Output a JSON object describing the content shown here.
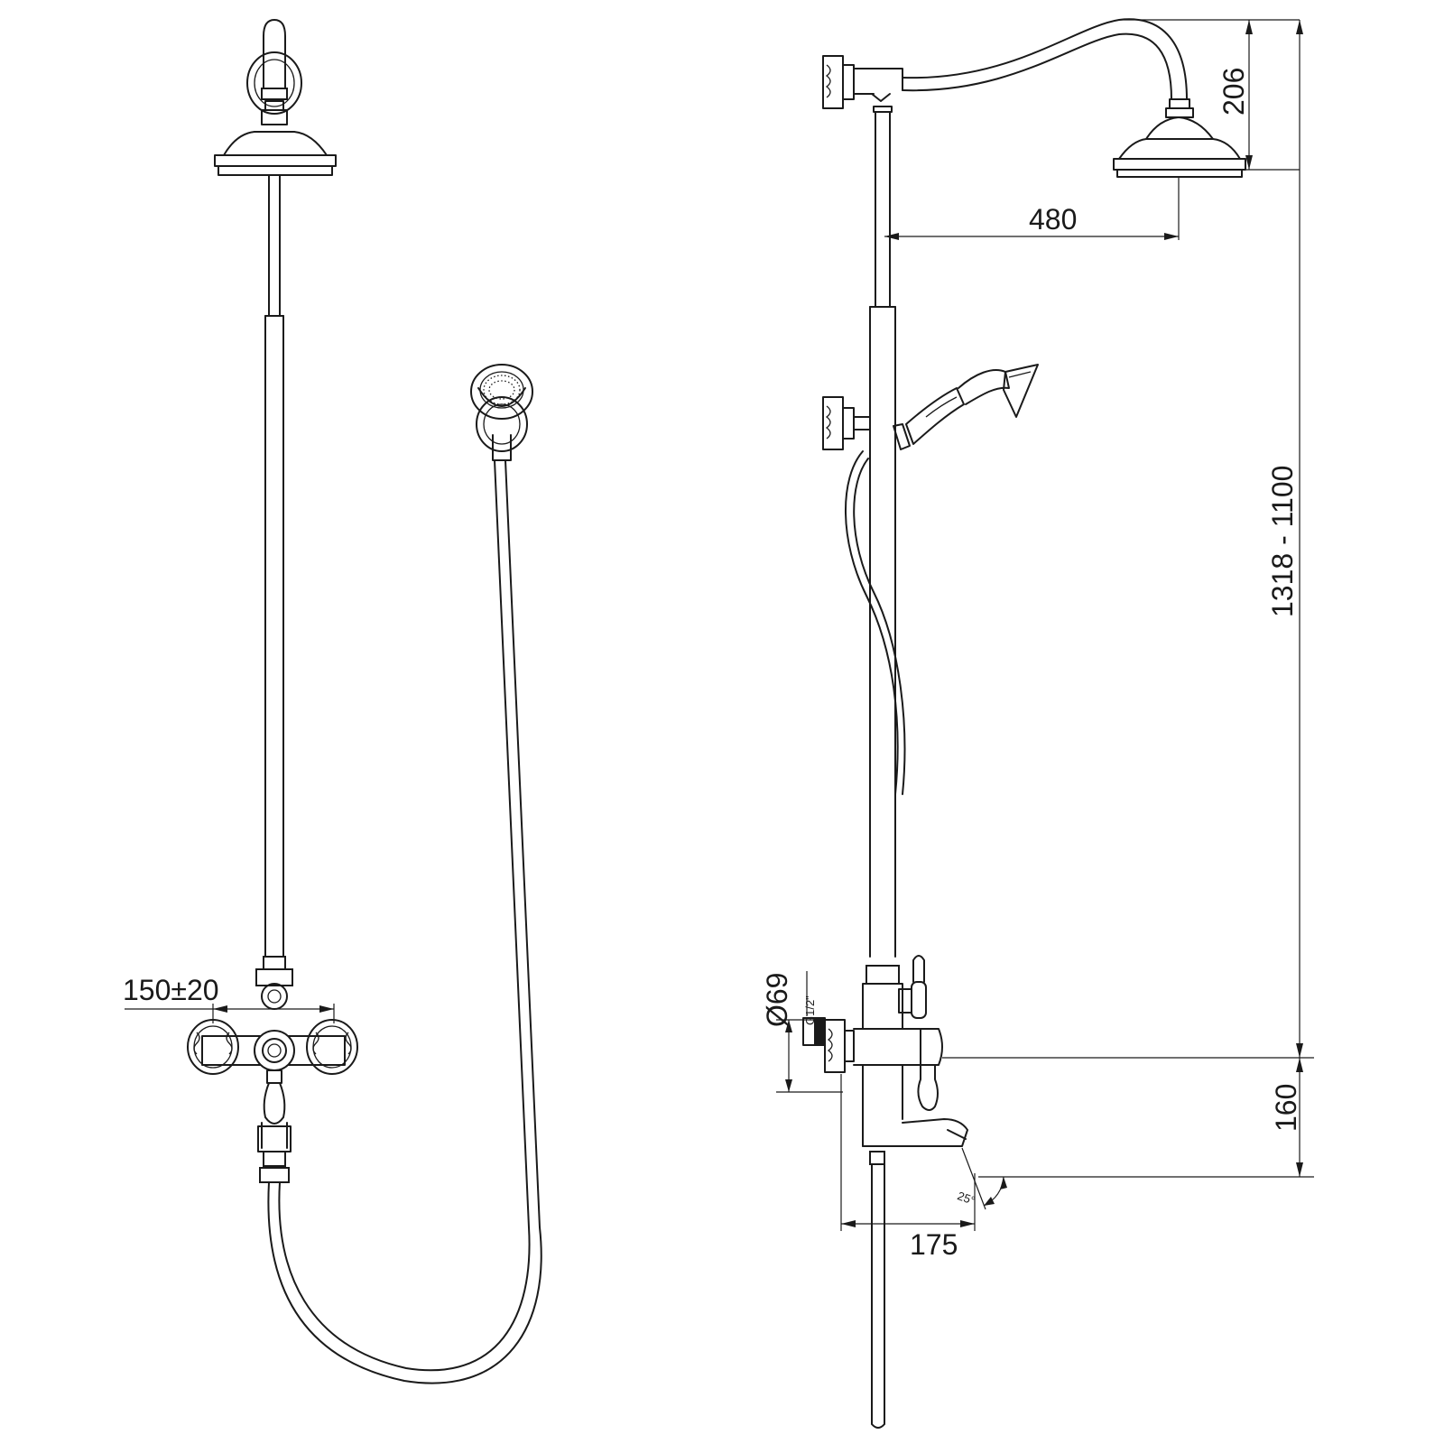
{
  "dimensions": {
    "head_drop": "206",
    "head_reach": "480",
    "height_range": "1318 - 1100",
    "wall_diameter": "Ø69",
    "thread": "G1/2\"",
    "spout_drop": "160",
    "spout_reach": "175",
    "centers": "150±20",
    "spout_angle": "25°"
  },
  "colors": {
    "line": "#1a1a1a",
    "background": "#ffffff"
  }
}
